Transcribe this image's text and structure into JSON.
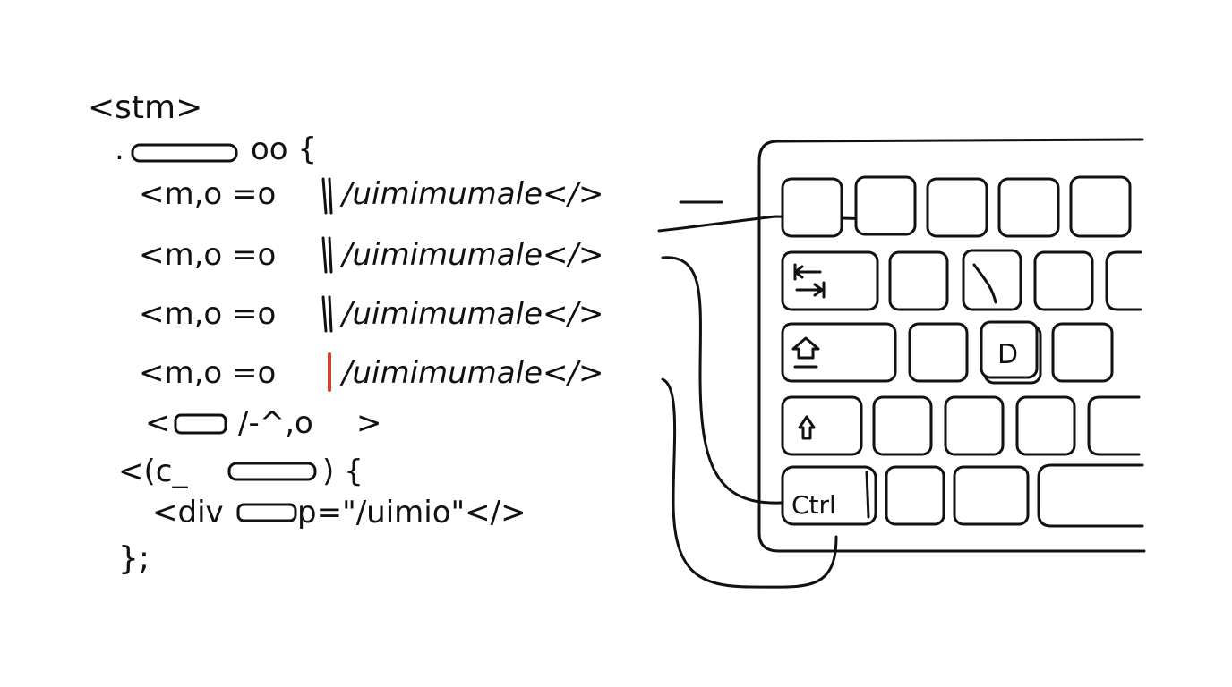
{
  "code_lines": [
    "<stm>",
    ".",
    "oo {",
    "<m,o =o",
    "/uimimumale</>",
    "<m,o =o",
    "/uimimumale</>",
    "<m,o =o",
    "/uimimumale</>",
    "<m,o =o",
    "/uimimumale</>",
    "<",
    "/-^,o",
    ">",
    "<(c_",
    ") {",
    "<div",
    "p=\"/uimio\"</>",
    "};"
  ],
  "keyboard": {
    "ctrl_label": "Ctrl",
    "d_label": "D"
  },
  "colors": {
    "ink": "#111111",
    "cursor_highlight": "#d4442a",
    "background": "#ffffff"
  },
  "icons": [
    "tab-arrows-icon",
    "caps-lock-icon",
    "shift-arrow-icon"
  ]
}
